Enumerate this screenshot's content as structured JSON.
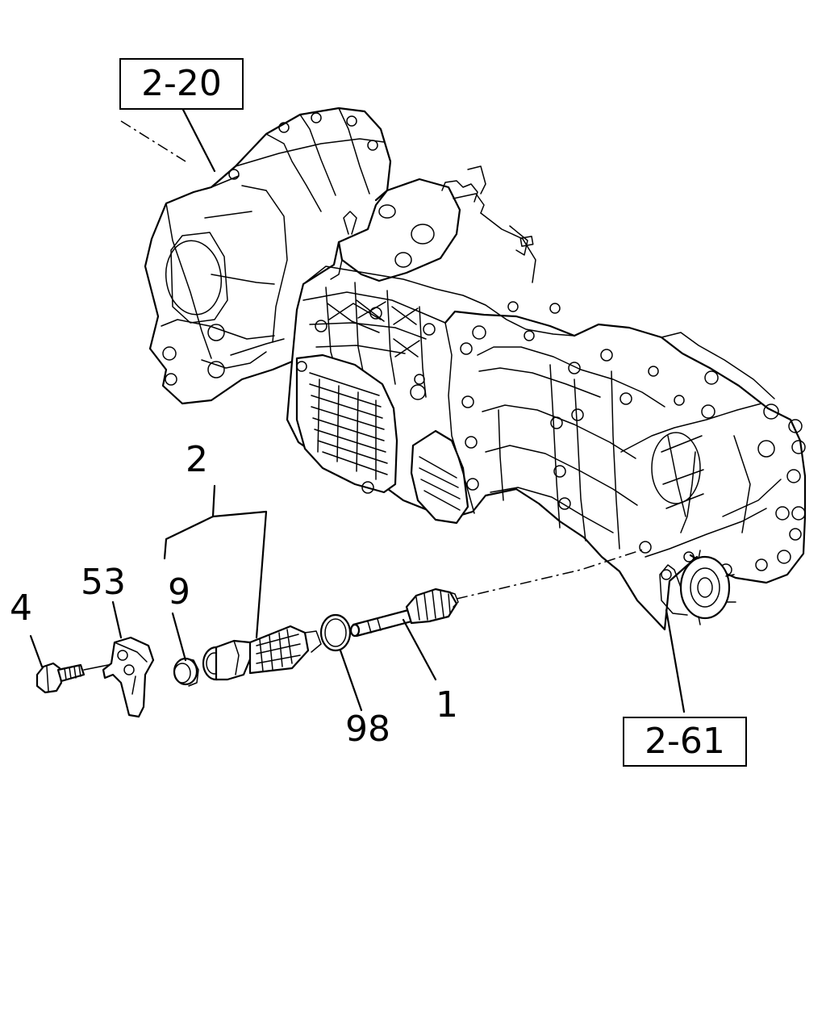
{
  "references": {
    "upper": "2-20",
    "lower": "2-61"
  },
  "callouts": {
    "shaft": "1",
    "sensor_assembly": "2",
    "bolt": "4",
    "seal": "9",
    "bracket": "53",
    "o_ring": "98"
  }
}
